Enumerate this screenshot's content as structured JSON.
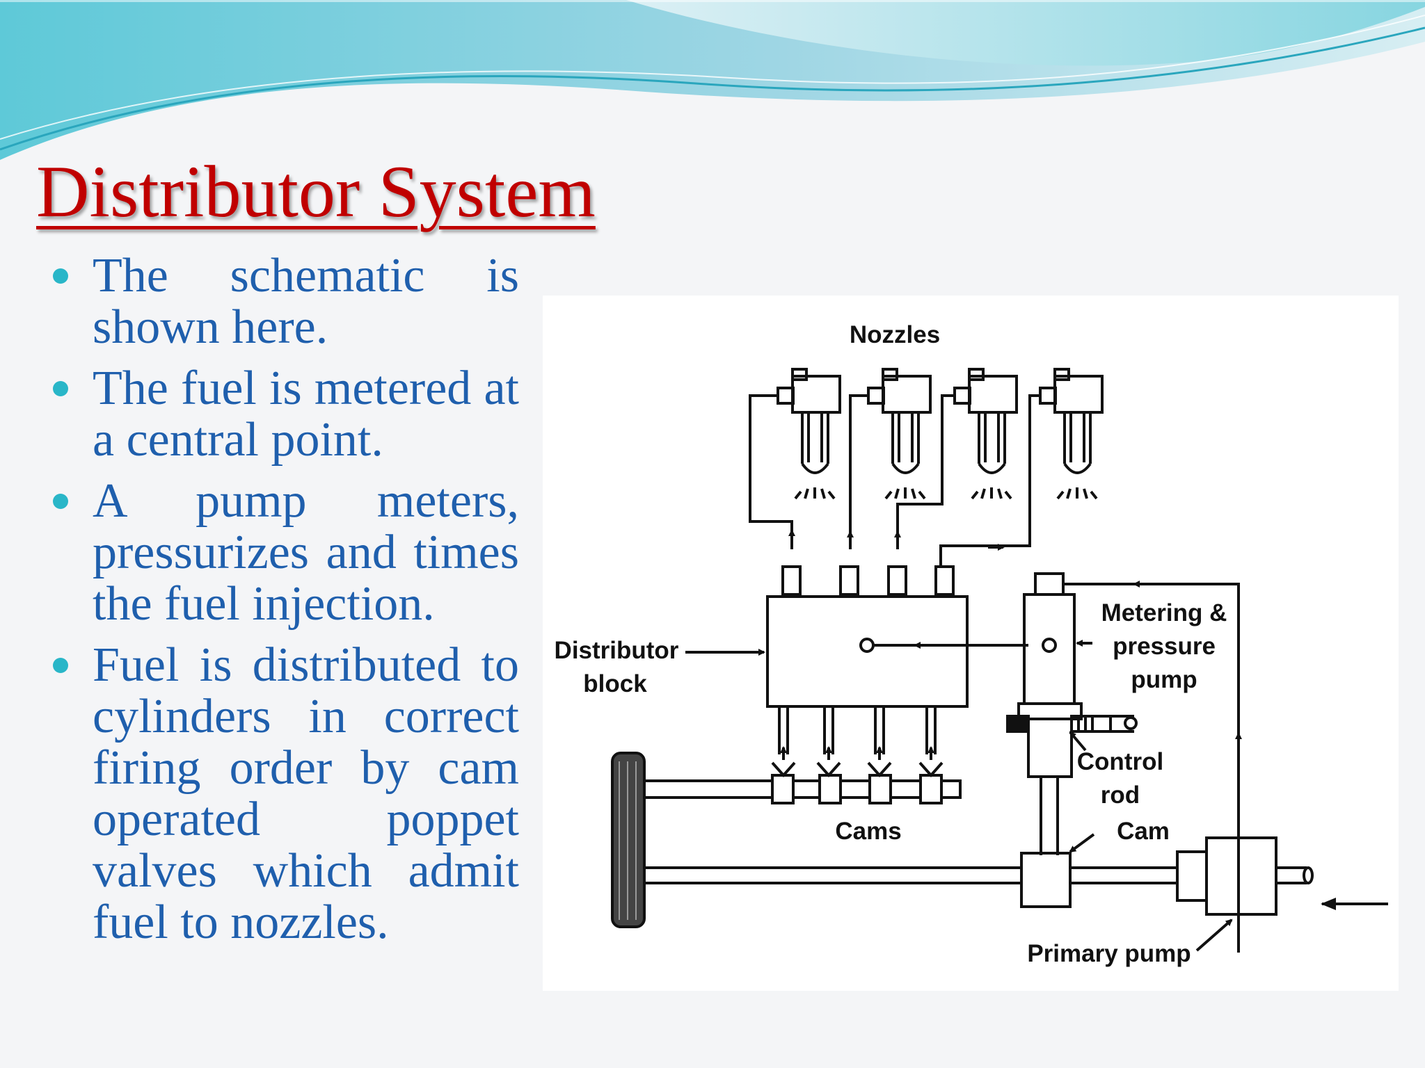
{
  "title": "Distributor System",
  "bullets": [
    "The schematic is shown here.",
    "The fuel is metered at a central point.",
    "A pump meters, pressurizes and times the fuel injection.",
    "Fuel is distributed to cylinders in correct firing order by cam operated poppet valves which admit fuel to nozzles."
  ],
  "diagram": {
    "labels": {
      "nozzles": "Nozzles",
      "distributor_block": [
        "Distributor",
        "block"
      ],
      "metering_pump": [
        "Metering &",
        "pressure",
        "pump"
      ],
      "control_rod": [
        "Control",
        "rod"
      ],
      "cams": "Cams",
      "cam": "Cam",
      "primary_pump": "Primary pump"
    }
  },
  "colors": {
    "title": "#c00000",
    "body_text": "#1f5fad",
    "bullet": "#29b6c8",
    "wave_dark": "#3fb6cc",
    "wave_light": "#a9e3ea"
  }
}
